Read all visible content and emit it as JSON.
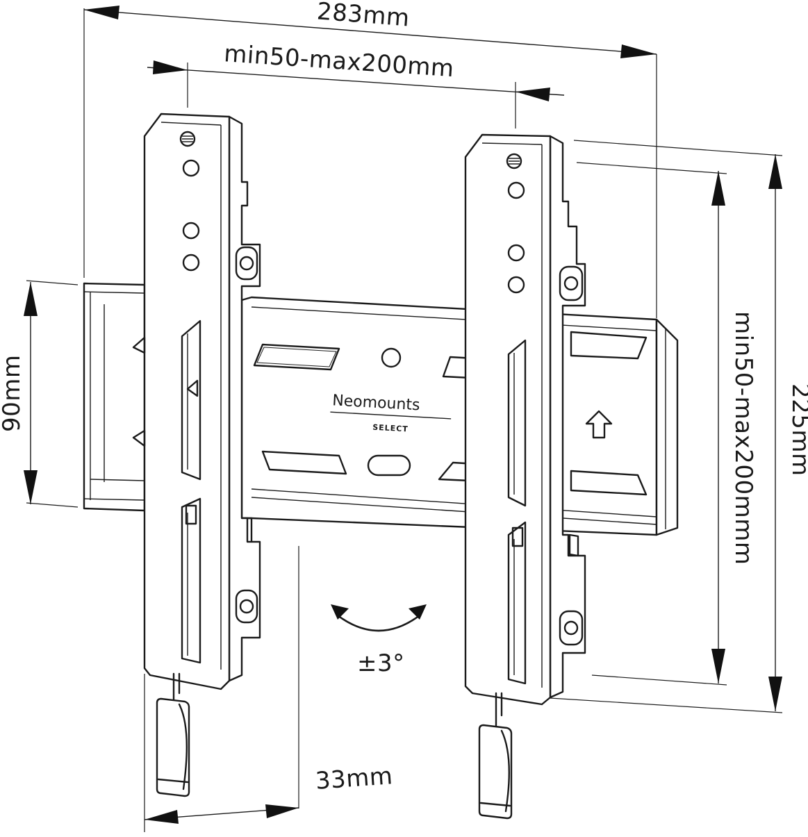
{
  "dimensions": {
    "overall_width": "283mm",
    "vesa_horizontal": "min50-max200mm",
    "plate_height": "90mm",
    "vesa_vertical": "min50-max200mmm",
    "overall_height": "225mm",
    "wall_distance": "33mm",
    "tilt": "±3°"
  },
  "brand": {
    "name": "Neomounts",
    "line": "SELECT"
  }
}
